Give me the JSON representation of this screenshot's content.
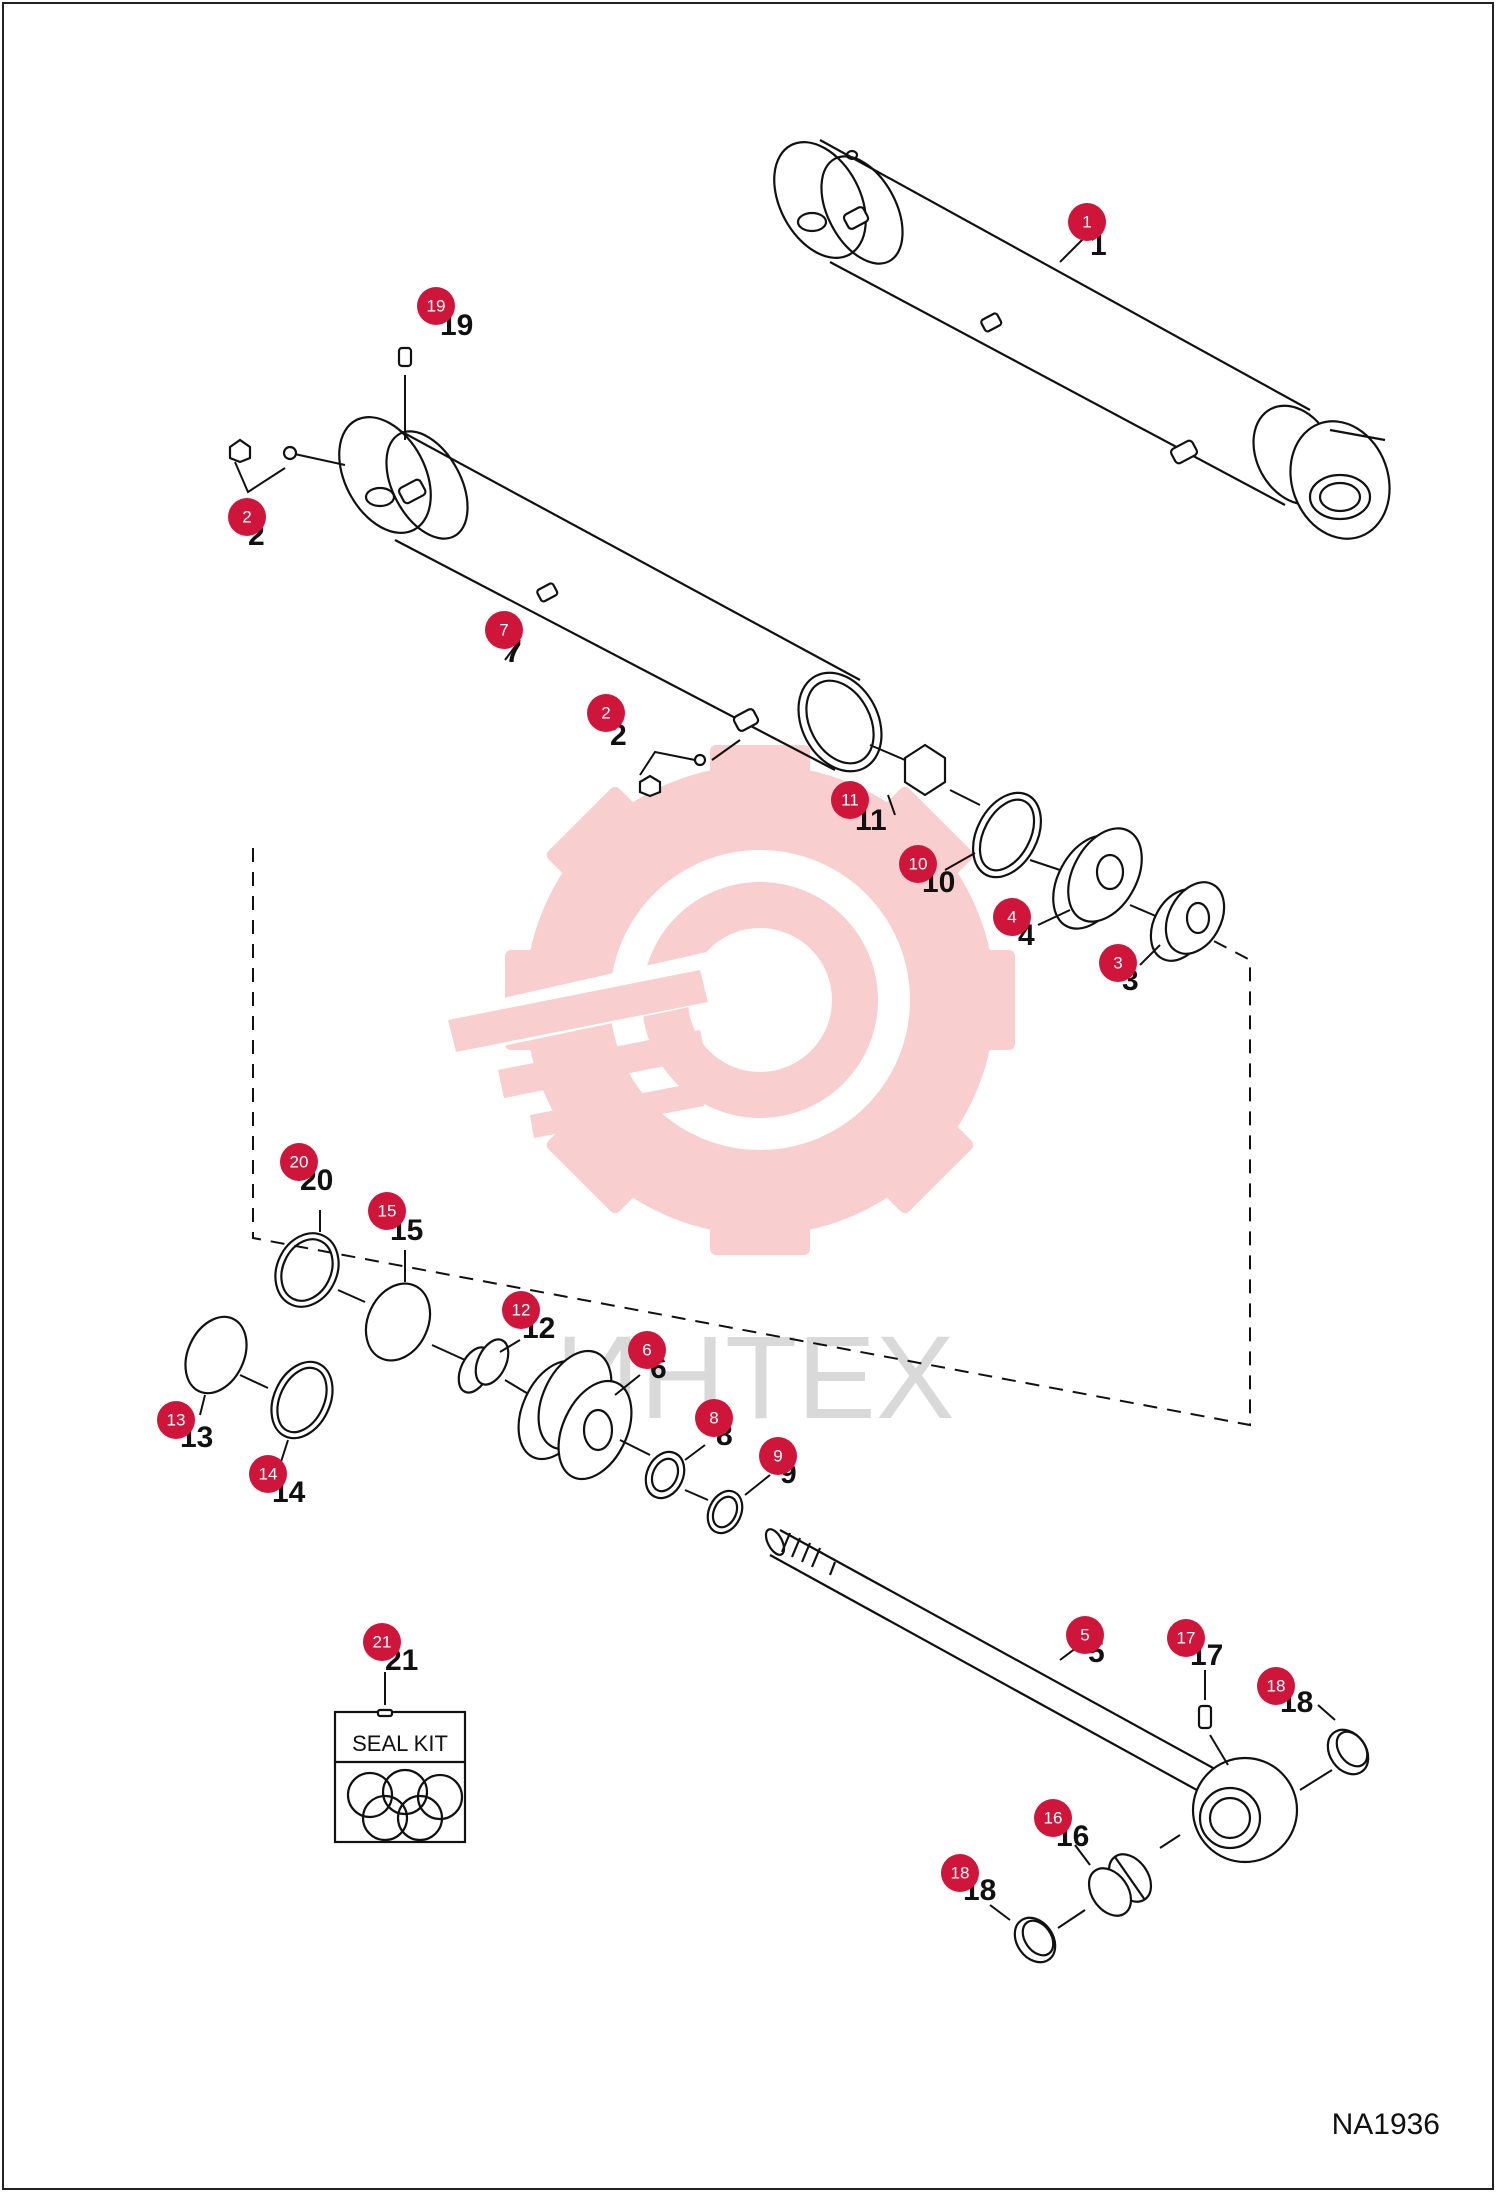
{
  "diagram": {
    "drawing_id": "NA1936",
    "watermark_text": "ИНТЕХ",
    "seal_kit_label": "SEAL KIT",
    "badge_color": "#d0153a",
    "watermark_color": "#f7c6c6",
    "callouts": [
      {
        "id": "c1",
        "badge": "1",
        "label": "1"
      },
      {
        "id": "c19",
        "badge": "19",
        "label": "19"
      },
      {
        "id": "c2a",
        "badge": "2",
        "label": "2"
      },
      {
        "id": "c7",
        "badge": "7",
        "label": "7"
      },
      {
        "id": "c2b",
        "badge": "2",
        "label": "2"
      },
      {
        "id": "c11",
        "badge": "11",
        "label": "11"
      },
      {
        "id": "c10",
        "badge": "10",
        "label": "10"
      },
      {
        "id": "c4",
        "badge": "4",
        "label": "4"
      },
      {
        "id": "c3",
        "badge": "3",
        "label": "3"
      },
      {
        "id": "c20",
        "badge": "20",
        "label": "20"
      },
      {
        "id": "c15",
        "badge": "15",
        "label": "15"
      },
      {
        "id": "c12",
        "badge": "12",
        "label": "12"
      },
      {
        "id": "c6",
        "badge": "6",
        "label": "6"
      },
      {
        "id": "c8",
        "badge": "8",
        "label": "8"
      },
      {
        "id": "c9",
        "badge": "9",
        "label": "9"
      },
      {
        "id": "c13",
        "badge": "13",
        "label": "13"
      },
      {
        "id": "c14",
        "badge": "14",
        "label": "14"
      },
      {
        "id": "c21",
        "badge": "21",
        "label": "21"
      },
      {
        "id": "c5",
        "badge": "5",
        "label": "5"
      },
      {
        "id": "c17",
        "badge": "17",
        "label": "17"
      },
      {
        "id": "c18a",
        "badge": "18",
        "label": "18"
      },
      {
        "id": "c16",
        "badge": "16",
        "label": "16"
      },
      {
        "id": "c18b",
        "badge": "18",
        "label": "18"
      }
    ]
  }
}
